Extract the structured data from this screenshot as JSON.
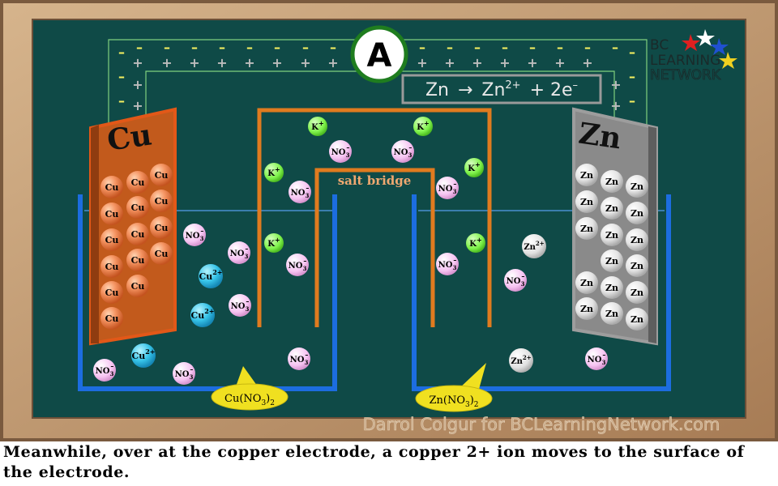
{
  "ammeter": {
    "label": "A"
  },
  "reaction": {
    "left": "Zn",
    "arrow": "→",
    "right": "Zn",
    "right_sup": "2+",
    "rest": "+ 2e",
    "rest_sup": "–"
  },
  "logo": {
    "line1": "BC",
    "line2": "LEARNING",
    "line3": "NETWORK"
  },
  "electrodes": {
    "copper": {
      "title": "Cu",
      "atom_label": "Cu"
    },
    "zinc": {
      "title": "Zn",
      "atom_label": "Zn"
    }
  },
  "salt_bridge": {
    "label": "salt bridge"
  },
  "charges": {
    "positive": "+",
    "negative": "–"
  },
  "ions": {
    "potassium": "K",
    "potassium_charge": "+",
    "nitrate": "NO",
    "nitrate_sub": "3",
    "nitrate_charge": "–",
    "copper_ion": "Cu",
    "copper_charge": "2+",
    "zinc_ion": "Zn",
    "zinc_charge": "2+"
  },
  "beakers": {
    "left_solution": "Cu(NO",
    "left_sub": "3",
    "left_close": ")",
    "left_sub2": "2",
    "right_solution": "Zn(NO",
    "right_sub": "3",
    "right_close": ")",
    "right_sub2": "2"
  },
  "watermark": "Darrol Colgur for BCLearningNetwork.com",
  "caption": "Meanwhile, over at the copper electrode, a copper 2+ ion moves to the surface of the electrode.",
  "colors": {
    "board": "#0f4a47",
    "frame": "#b98f67",
    "copper": "#c25a1c",
    "zinc": "#8a8a8a",
    "salt_bridge": "#e07b1f",
    "beaker": "#1c6de0",
    "potassium": "#7ef24a",
    "nitrate": "#f6c4f2",
    "copper_ion": "#36c3e8",
    "zinc_ion": "#e8e8e8",
    "label_bubble": "#f0e020"
  }
}
